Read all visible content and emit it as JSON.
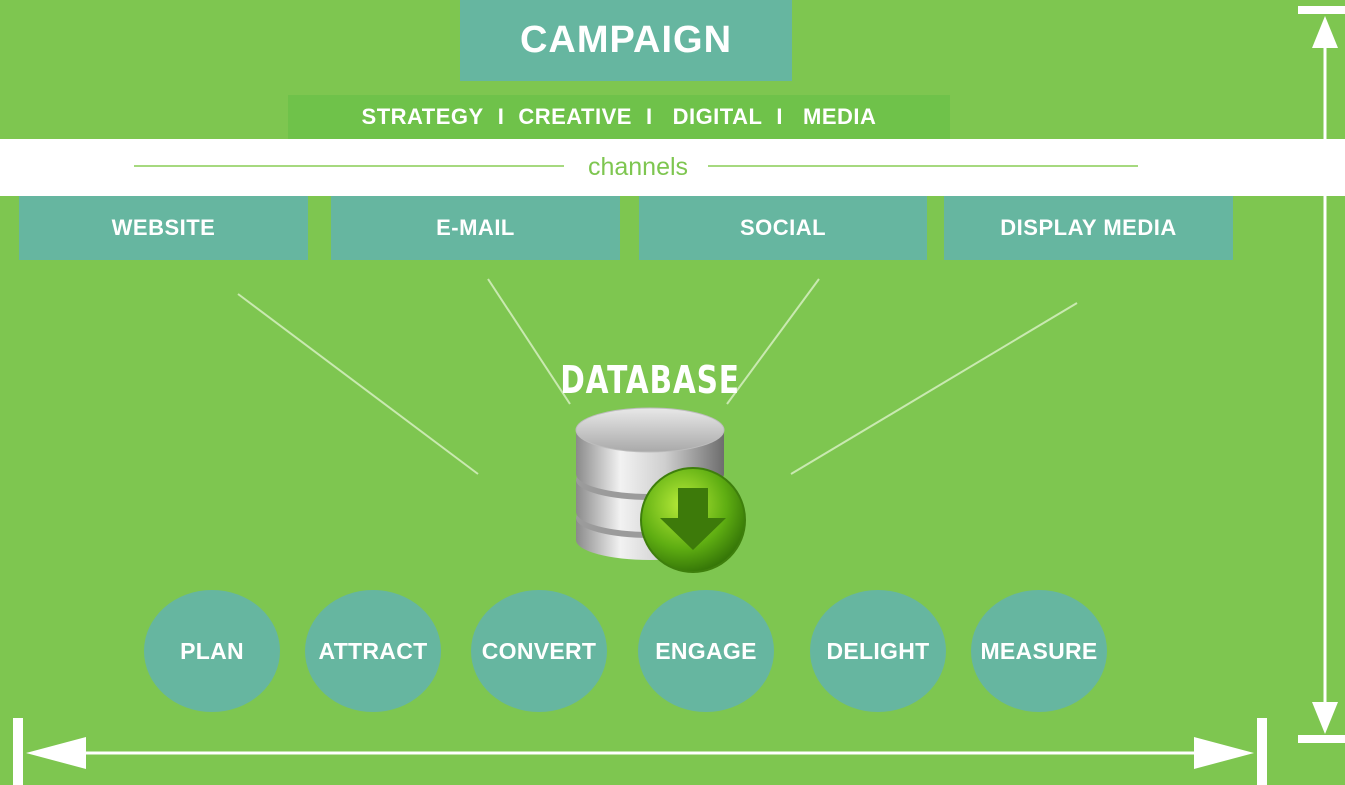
{
  "header": {
    "title": "CAMPAIGN",
    "services": [
      "STRATEGY",
      "CREATIVE",
      "DIGITAL",
      "MEDIA"
    ],
    "separator": "I"
  },
  "channels": {
    "label": "channels",
    "items": [
      "WEBSITE",
      "E-MAIL",
      "SOCIAL",
      "DISPLAY MEDIA"
    ]
  },
  "database": {
    "label": "DATABASE",
    "icon": "database-download-icon"
  },
  "stages": [
    "PLAN",
    "ATTRACT",
    "CONVERT",
    "ENGAGE",
    "DELIGHT",
    "MEASURE"
  ],
  "colors": {
    "background": "#7ec650",
    "box": "#66b6a0",
    "band": "#ffffff",
    "text": "#ffffff"
  }
}
